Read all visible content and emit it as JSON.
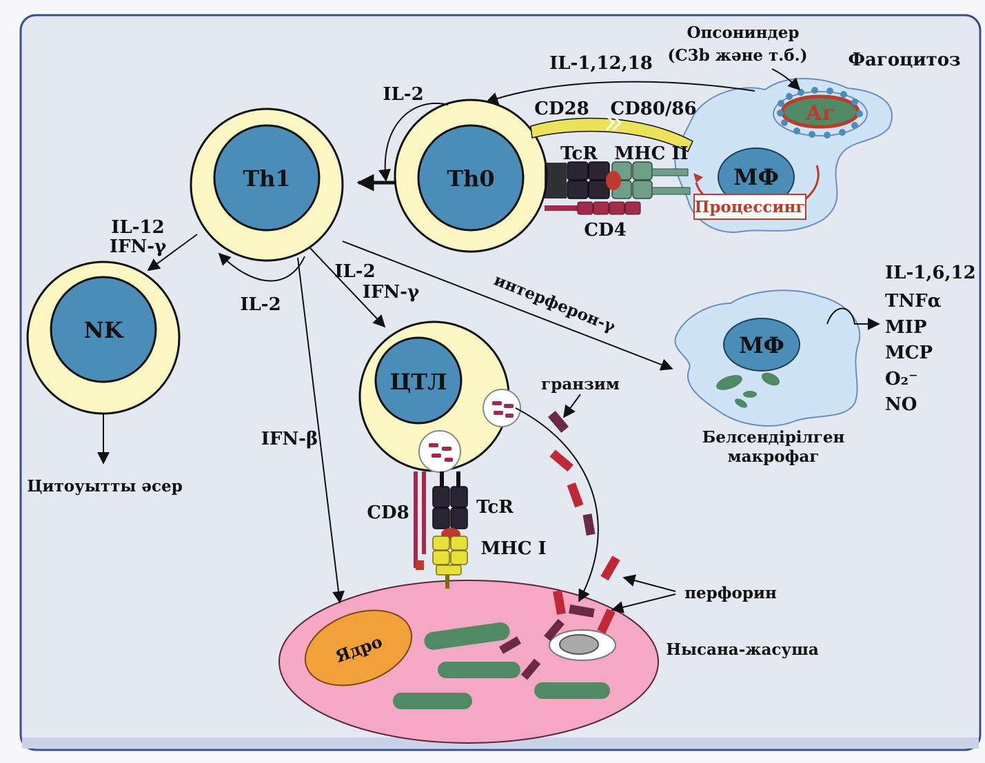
{
  "cells": {
    "th1": "Th1",
    "th0": "Th0",
    "nk": "NK",
    "ctl": "ЦТЛ",
    "mf_top": "МФ",
    "mf_activated": "МФ",
    "antigen": "Аг",
    "nucleus": "Ядро"
  },
  "labels": {
    "opsonins_1": "Опсониндер",
    "opsonins_2": "(С3b және т.б.)",
    "phagocytosis": "Фагоцитоз",
    "il_1_12_18": "IL-1,12,18",
    "il2_top": "IL-2",
    "cd28": "CD28",
    "cd80_86": "CD80/86",
    "tcr_top": "TcR",
    "mhc2": "MHC II",
    "processing": "Процессинг",
    "cd4": "CD4",
    "il12": "IL-12",
    "ifn_g_nk": "IFN-γ",
    "il2_loop": "IL-2",
    "il2_ctl": "IL-2",
    "ifn_g_ctl": "IFN-γ",
    "interferon": "интерферон-γ",
    "ifn_b": "IFN-β",
    "cytotoxic": "Цитоуытты әсер",
    "granzyme": "гранзим",
    "cd8": "CD8",
    "tcr_bottom": "TcR",
    "mhc1": "MHC I",
    "perforin": "перфорин",
    "target_cell": "Нысана-жасуша",
    "activated_1": "Белсендірілген",
    "activated_2": "макрофаг"
  },
  "cytokines": [
    "IL-1,6,12",
    "TNFα",
    "MIP",
    "MCP",
    "O₂⁻",
    "NO"
  ],
  "colors": {
    "frame_border": "#3b4f8f",
    "panel": "#e4e8f1",
    "cell_ring": "#fdf7c4",
    "nucleus": "#4a8db8",
    "macrophage": "#cfe3f7",
    "target_cell": "#f4a8c4",
    "target_nucleus": "#f2a03a",
    "mitochondria": "#4f8a64",
    "granule": "#c0392b",
    "receptor_dark": "#2a2535",
    "receptor_green": "#6f9f88",
    "cd28_bar": "#e9e25a",
    "cd8_yellow": "#e8e03a",
    "arrow": "#111111"
  }
}
